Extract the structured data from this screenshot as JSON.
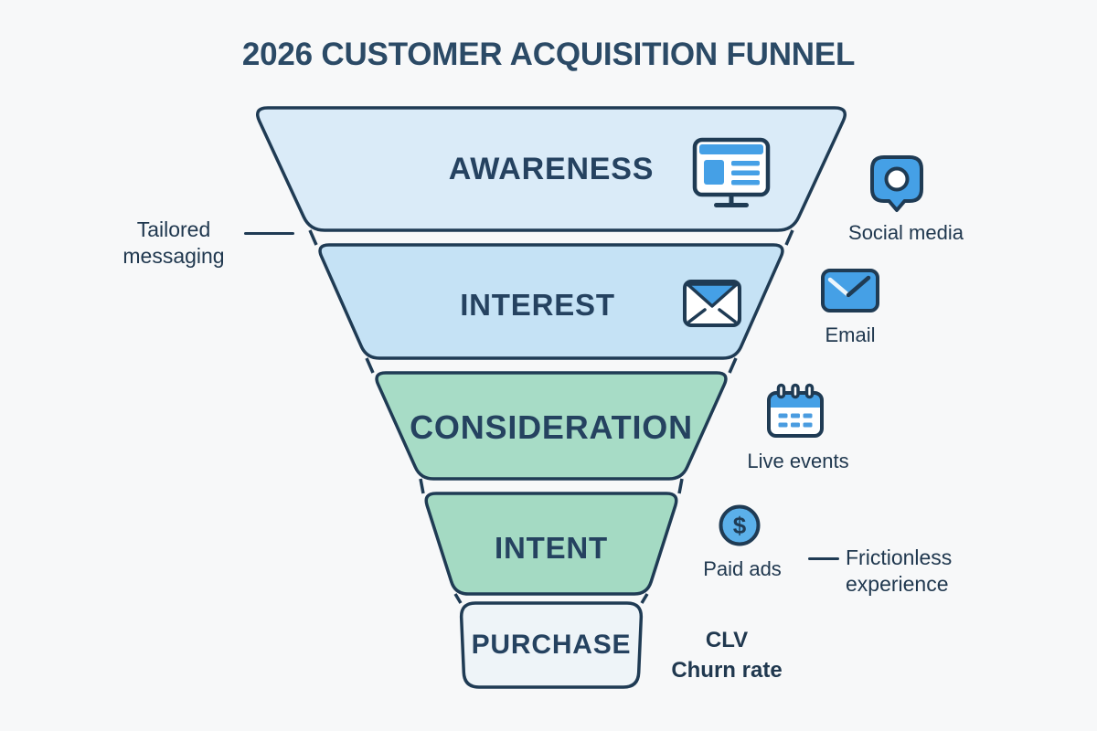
{
  "title": "2026 CUSTOMER ACQUISITION FUNNEL",
  "colors": {
    "background": "#f7f8f9",
    "outline": "#1f3b54",
    "title_text": "#2b4a66",
    "stage_text": "#254260",
    "label_text": "#20384f",
    "icon_blue": "#45a0e6",
    "dash_blue": "#4a9ce0",
    "dollar_blue": "#5bb0ea"
  },
  "funnel": {
    "stages": [
      {
        "label": "AWARENESS",
        "icon": "monitor-icon",
        "color": "#daebf8"
      },
      {
        "label": "INTEREST",
        "icon": "envelope-icon",
        "color": "#c5e2f5"
      },
      {
        "label": "CONSIDERATION",
        "icon": "",
        "color": "#a7dcc6"
      },
      {
        "label": "INTENT",
        "icon": "",
        "color": "#a4dac3"
      },
      {
        "label": "PURCHASE",
        "icon": "",
        "color": "#eef4f8"
      }
    ]
  },
  "annotations": {
    "tailored": {
      "line1": "Tailored",
      "line2": "messaging"
    },
    "frictionless": {
      "line1": "Frictionless",
      "line2": "experience"
    },
    "retention": {
      "line1": "CLV",
      "line2": "Churn rate"
    }
  },
  "channels": [
    {
      "icon": "speech-bubble-icon",
      "label": "Social media"
    },
    {
      "icon": "email-icon",
      "label": "Email"
    },
    {
      "icon": "calendar-icon",
      "label": "Live events"
    },
    {
      "icon": "dollar-icon",
      "label": "Paid ads"
    }
  ],
  "icons": {
    "dollar_symbol": "$"
  }
}
